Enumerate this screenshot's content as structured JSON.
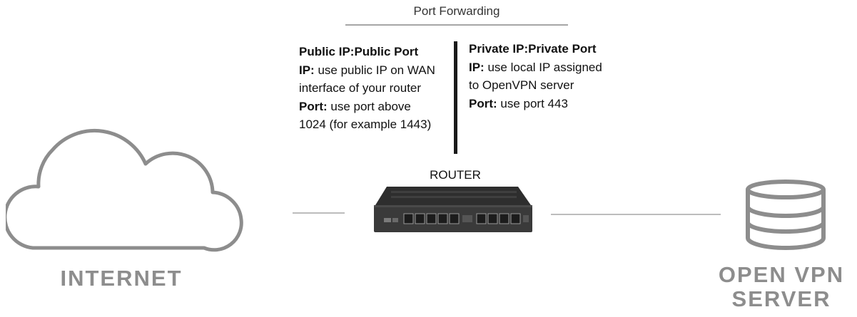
{
  "diagram": {
    "title": "Port Forwarding",
    "public": {
      "heading": "Public IP:Public Port",
      "ip_label": "IP:",
      "ip_text_1": " use public IP on WAN",
      "ip_text_2": "interface of your router",
      "port_label": "Port:",
      "port_text_1": " use port above",
      "port_text_2": "1024 (for example 1443)"
    },
    "private": {
      "heading": "Private IP:Private Port",
      "ip_label": "IP:",
      "ip_text_1": " use local IP assigned",
      "ip_text_2": "to OpenVPN server",
      "port_label": "Port:",
      "port_text_1": " use port 443"
    },
    "router_label": "ROUTER",
    "internet_label": "INTERNET",
    "server_label_line1": "OPEN VPN",
    "server_label_line2": "SERVER",
    "icons": {
      "internet": "cloud-icon",
      "router": "router-icon",
      "server": "database-server-icon"
    },
    "colors": {
      "icon_gray": "#8d8d8d",
      "divider": "#1a1a1a",
      "router_body": "#3a3a3a"
    }
  }
}
